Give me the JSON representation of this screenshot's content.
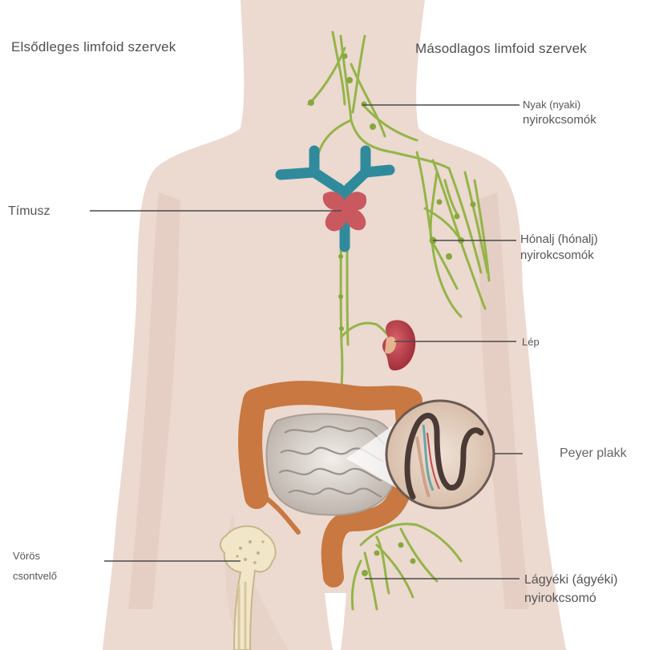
{
  "headings": {
    "primary": "Elsődleges limfoid szervek",
    "secondary": "Másodlagos limfoid szervek"
  },
  "labels": {
    "neck_line1": "Nyak (nyaki)",
    "neck_line2": "nyirokcsomók",
    "thymus": "Tímusz",
    "armpit_line1": "Hónalj (hónalj)",
    "armpit_line2": "nyirokcsomók",
    "spleen": "Lép",
    "peyer": "Peyer plakk",
    "marrow_line1": "Vörös",
    "marrow_line2": "csontvelő",
    "groin_line1": "Lágyéki (ágyéki)",
    "groin_line2": "nyirokcsomó"
  },
  "colors": {
    "skin": "#ecd9d0",
    "skin_shadow": "#e3cbbf",
    "lymph_green": "#93b548",
    "lymph_node": "#86a93c",
    "thymus": "#c9585f",
    "veins": "#2f8b9c",
    "spleen": "#b23a45",
    "colon": "#c87840",
    "small_intestine": "#d6d0cb",
    "bone": "#f1e6c7",
    "leader_line": "#4a4a4a",
    "text": "#555555"
  }
}
